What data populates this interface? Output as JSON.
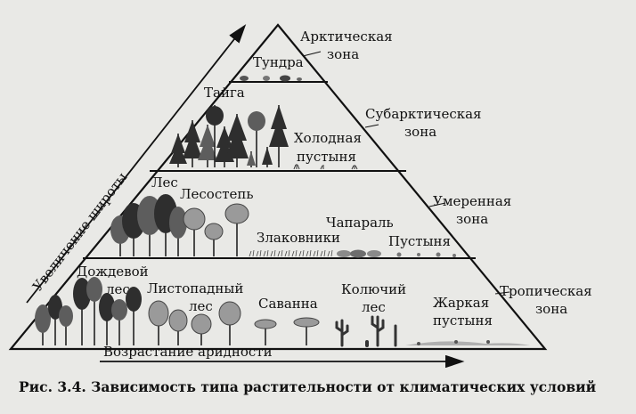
{
  "diagram": {
    "vertical_axis_label": "Увеличение широты",
    "horizontal_axis_label": "Возрастание аридности",
    "zones": [
      {
        "line1": "Арктическая",
        "line2": "зона"
      },
      {
        "line1": "Субарктическая",
        "line2": "зона"
      },
      {
        "line1": "Умеренная",
        "line2": "зона"
      },
      {
        "line1": "Тропическая",
        "line2": "зона"
      }
    ],
    "biomes": {
      "tundra": "Тундра",
      "taiga": "Тайга",
      "cold_desert_1": "Холодная",
      "cold_desert_2": "пустыня",
      "forest": "Лес",
      "forest_steppe": "Лесостепь",
      "grassland": "Злаковники",
      "chaparral": "Чапараль",
      "desert": "Пустыня",
      "rainforest_1": "Дождевой",
      "rainforest_2": "лес",
      "deciduous_1": "Листопадный",
      "deciduous_2": "лес",
      "savanna": "Саванна",
      "thorn_1": "Колючий",
      "thorn_2": "лес",
      "hot_desert_1": "Жаркая",
      "hot_desert_2": "пустыня"
    }
  },
  "caption": "Рис. 3.4. Зависимость типа растительности от климатических условий"
}
